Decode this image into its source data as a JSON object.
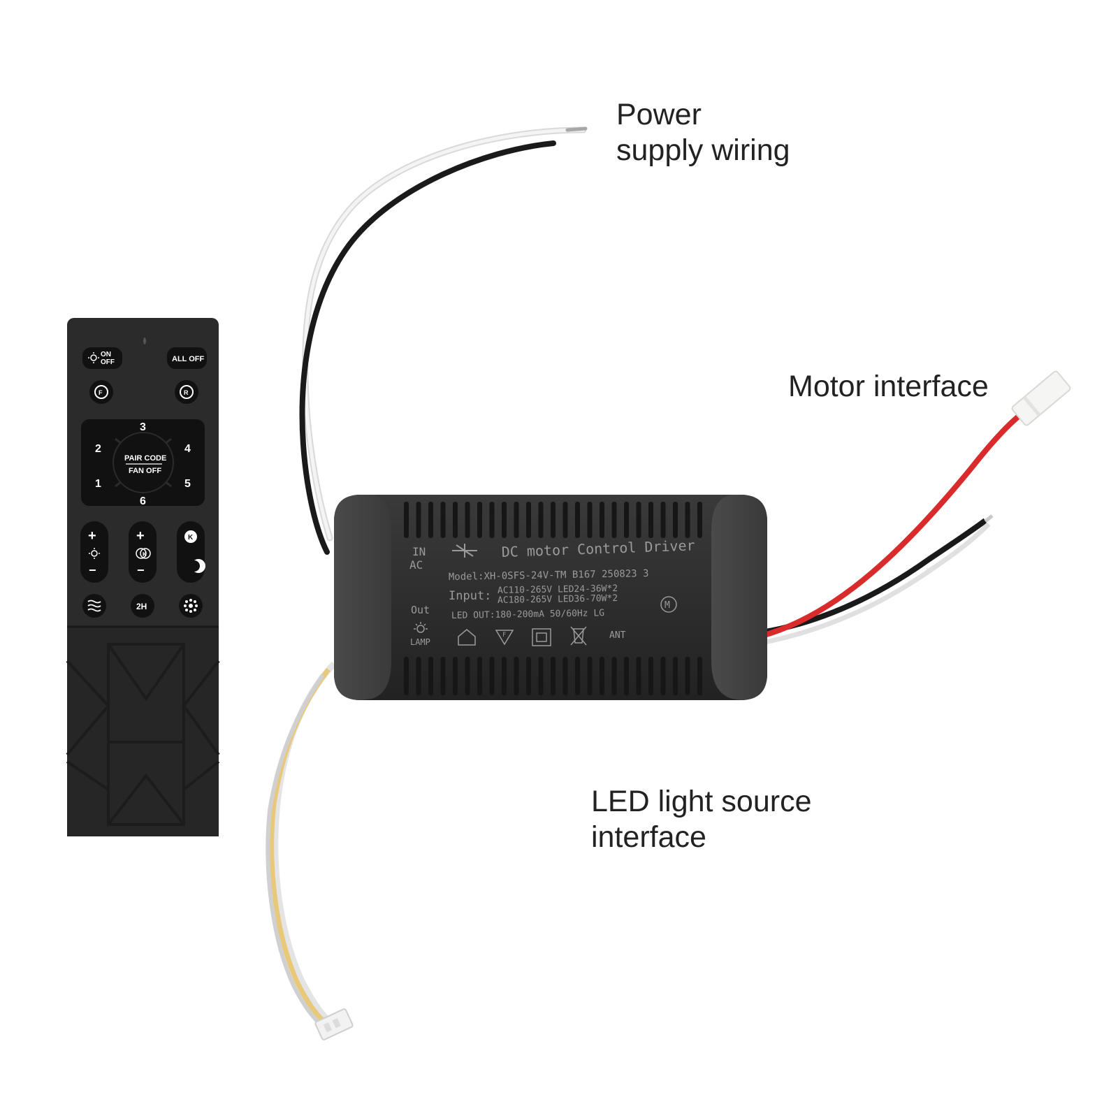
{
  "callouts": {
    "power_line1": "Power",
    "power_line2": "supply wiring",
    "motor": "Motor interface",
    "led_line1": "LED light source",
    "led_line2": "interface"
  },
  "remote": {
    "on_off_top": "ON",
    "on_off_bottom": "OFF",
    "all_off": "ALL OFF",
    "forward": "F",
    "reverse": "R",
    "speeds": [
      "1",
      "2",
      "3",
      "4",
      "5",
      "6"
    ],
    "pair_code": "PAIR CODE",
    "fan_off": "FAN OFF",
    "plus": "+",
    "minus": "−",
    "color_temp": "K",
    "timer": "2H"
  },
  "driver": {
    "in": "IN",
    "ac": "AC",
    "title": "DC motor Control Driver",
    "model": "Model:XH-0SFS-24V-TM  B167  250823  3",
    "input_label": "Input:",
    "input_line1": "AC110-265V LED24-36W*2",
    "input_line2": "AC180-265V LED36-70W*2",
    "out": "Out",
    "lamp": "LAMP",
    "led_out": "LED OUT:180-200mA  50/60Hz  LG",
    "motor_mark": "M",
    "fan_mark": "F",
    "ant": "ANT"
  },
  "colors": {
    "background": "#ffffff",
    "device_body": "#2a2a2a",
    "wire_red": "#d92b2b",
    "wire_white": "#ececec",
    "wire_black": "#1a1a1a",
    "wire_yellow": "#e8c879"
  }
}
